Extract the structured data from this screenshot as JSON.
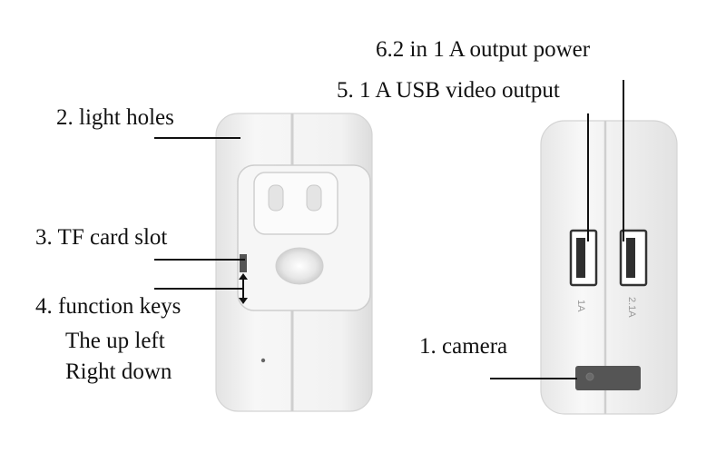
{
  "labels": {
    "light_holes": "2. light holes",
    "tf_card_slot": "3. TF card slot",
    "function_keys": "4. function keys",
    "function_keys_line2": "The up left",
    "function_keys_line3": "Right down",
    "usb_video_output": "5. 1 A USB video output",
    "output_power": "6.2 in 1 A output power",
    "camera": "1. camera"
  },
  "port_markings": {
    "left_port": "1A",
    "right_port": "2.1A"
  },
  "colors": {
    "device_body": "#f4f4f4",
    "device_edge": "#d6d6d6",
    "leader_line": "#111111",
    "camera_window": "#555555"
  }
}
